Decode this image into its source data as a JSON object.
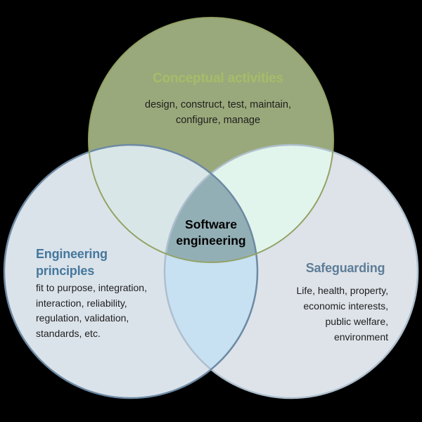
{
  "background": "#000000",
  "venn": {
    "circles": {
      "conceptual": {
        "title": "Conceptual activities",
        "title_color": "#a7bc69",
        "fill": "#9aa97b",
        "stroke": "#93a366",
        "body_line1": "design, construct, test, maintain,",
        "body_line2": "configure, manage"
      },
      "engineering": {
        "title_line1": "Engineering",
        "title_line2": "principles",
        "title_color": "#45789d",
        "fill": "#dbe3ea",
        "stroke": "#6d8aa4",
        "body_line1": "fit to purpose, integration,",
        "body_line2": "interaction, reliability,",
        "body_line3": "regulation, validation,",
        "body_line4": "standards, etc."
      },
      "safeguarding": {
        "title": "Safeguarding",
        "title_color": "#5e7d97",
        "fill": "#dde3e9",
        "stroke": "#aebfcd",
        "body_line1": "Life, health, property,",
        "body_line2": "economic interests,",
        "body_line3": "public welfare,",
        "body_line4": "environment"
      }
    },
    "overlaps": {
      "conceptual_engineering": "#d9e6e7",
      "conceptual_safeguarding": "#e2f5ec",
      "engineering_safeguarding": "#c7e0f2",
      "center": "#93afb6"
    },
    "center_line1": "Software",
    "center_line2": "engineering",
    "body_text_color": "#1e1e1e",
    "center_text_color": "#000000"
  }
}
